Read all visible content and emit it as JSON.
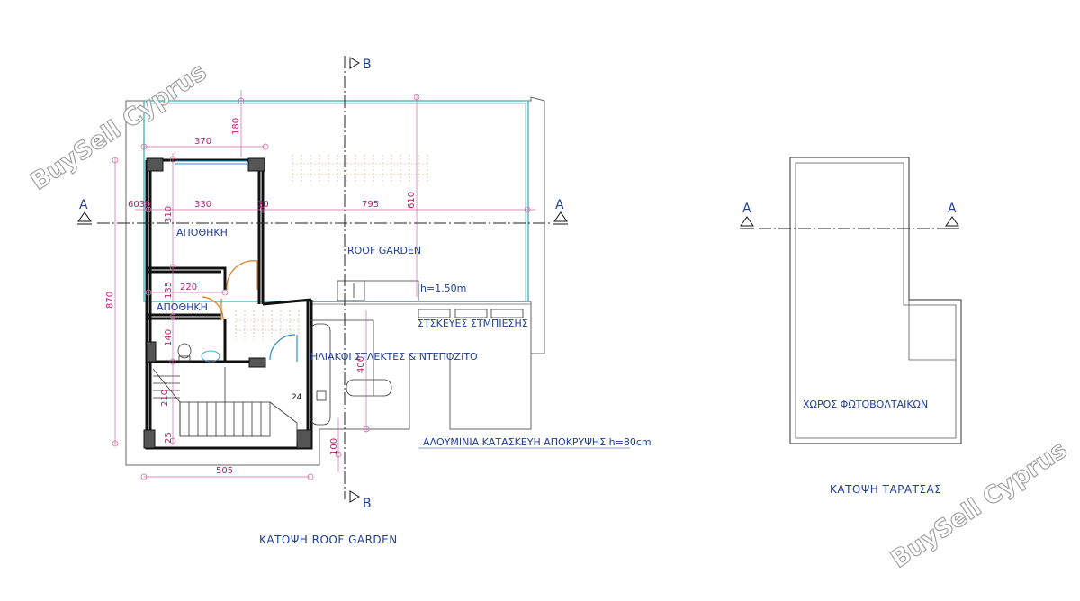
{
  "watermark": "BuySell Cyprus",
  "section_labels": {
    "a": "A",
    "b": "B"
  },
  "rooms": {
    "storage_1": "ΑΠΟΘΗΚΗ",
    "storage_2": "ΑΠΟΘΗΚΗ",
    "roof_garden": "ROOF GARDEN",
    "height_note": "h=1.50m",
    "pump_note": "ΣΤΣΚΕΥΕΣ ΣΤΜΠΙΕΣΗΣ",
    "solar_note": "ΗΛΙΑΚΟΙ ΣΤΛΕΚΤΕΣ & ΝΤΕΠΟΖΙΤΟ",
    "aluminium_note": "ΑΛΟΥΜΙΝΙΑ ΚΑΤΑΣΚΕΥΗ ΑΠΟΚΡΥΨΗΣ h=80cm",
    "pv_area": "ΧΩΡΟΣ ΦΩΤΟΒΟΛΤΑΙΚΩΝ"
  },
  "dimensions": {
    "d370": "370",
    "d180": "180",
    "d6030": "6030",
    "d330": "330",
    "d30": "30",
    "d310": "310",
    "d795": "795",
    "d610": "610",
    "d870": "870",
    "d135": "135",
    "d220": "220",
    "d140": "140",
    "d210": "210",
    "d25": "25",
    "d400": "400",
    "d24": "24",
    "d100": "100",
    "d505": "505"
  },
  "titles": {
    "roof_garden_plan": "ΚΑΤΟΨΗ ROOF GARDEN",
    "terrace_plan": "ΚΑΤΟΨΗ ΤΑΡΑΤΣΑΣ"
  }
}
